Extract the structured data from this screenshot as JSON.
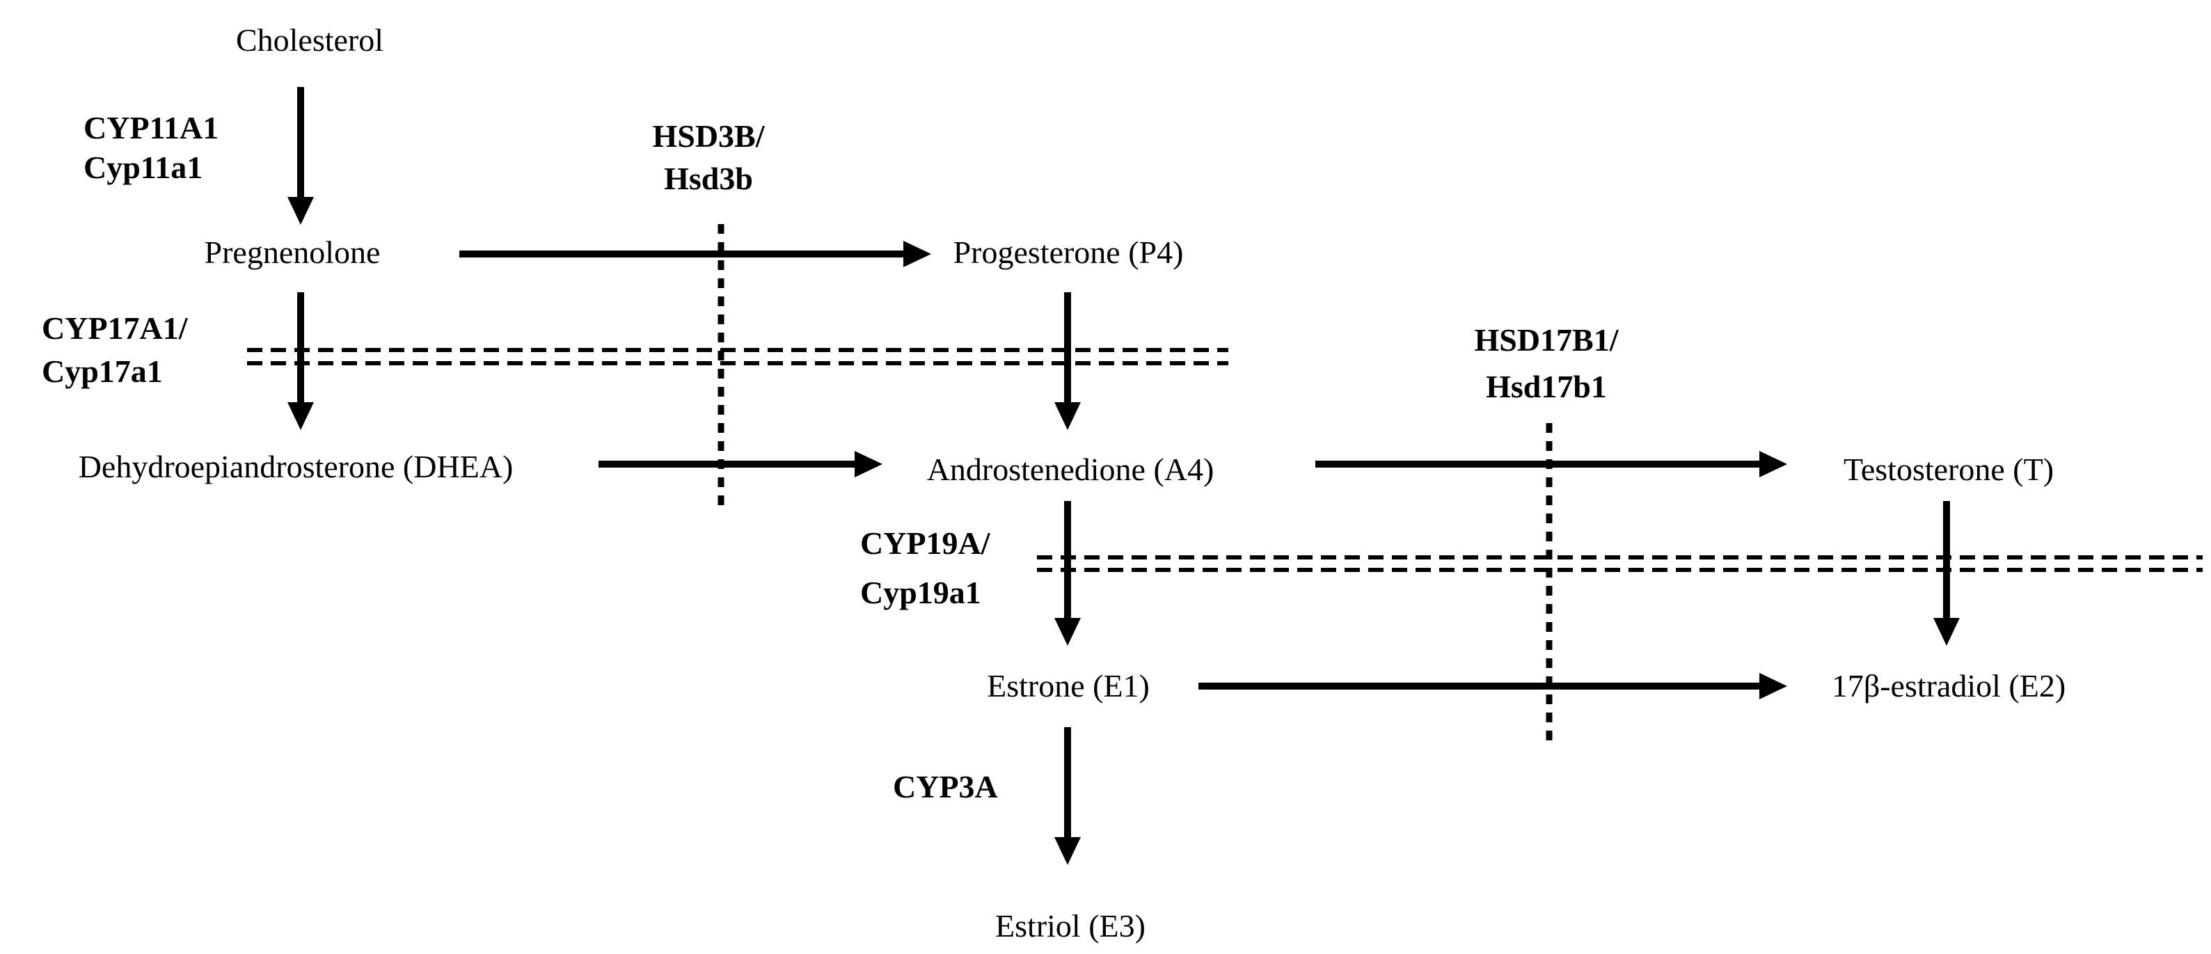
{
  "compounds": {
    "cholesterol": "Cholesterol",
    "pregnenolone": "Pregnenolone",
    "progesterone": "Progesterone (P4)",
    "dhea": "Dehydroepiandrosterone (DHEA)",
    "androstenedione": "Androstenedione (A4)",
    "testosterone": "Testosterone (T)",
    "estrone": "Estrone (E1)",
    "estradiol": "17β-estradiol (E2)",
    "estriol": "Estriol (E3)"
  },
  "enzymes": {
    "cyp11a1": [
      "CYP11A1",
      "Cyp11a1"
    ],
    "hsd3b": [
      "HSD3B/",
      "Hsd3b"
    ],
    "cyp17a1": [
      "CYP17A1/",
      "Cyp17a1"
    ],
    "hsd17b1": [
      "HSD17B1/",
      "Hsd17b1"
    ],
    "cyp19a": [
      "CYP19A/",
      "Cyp19a1"
    ],
    "cyp3a": [
      "CYP3A"
    ]
  }
}
